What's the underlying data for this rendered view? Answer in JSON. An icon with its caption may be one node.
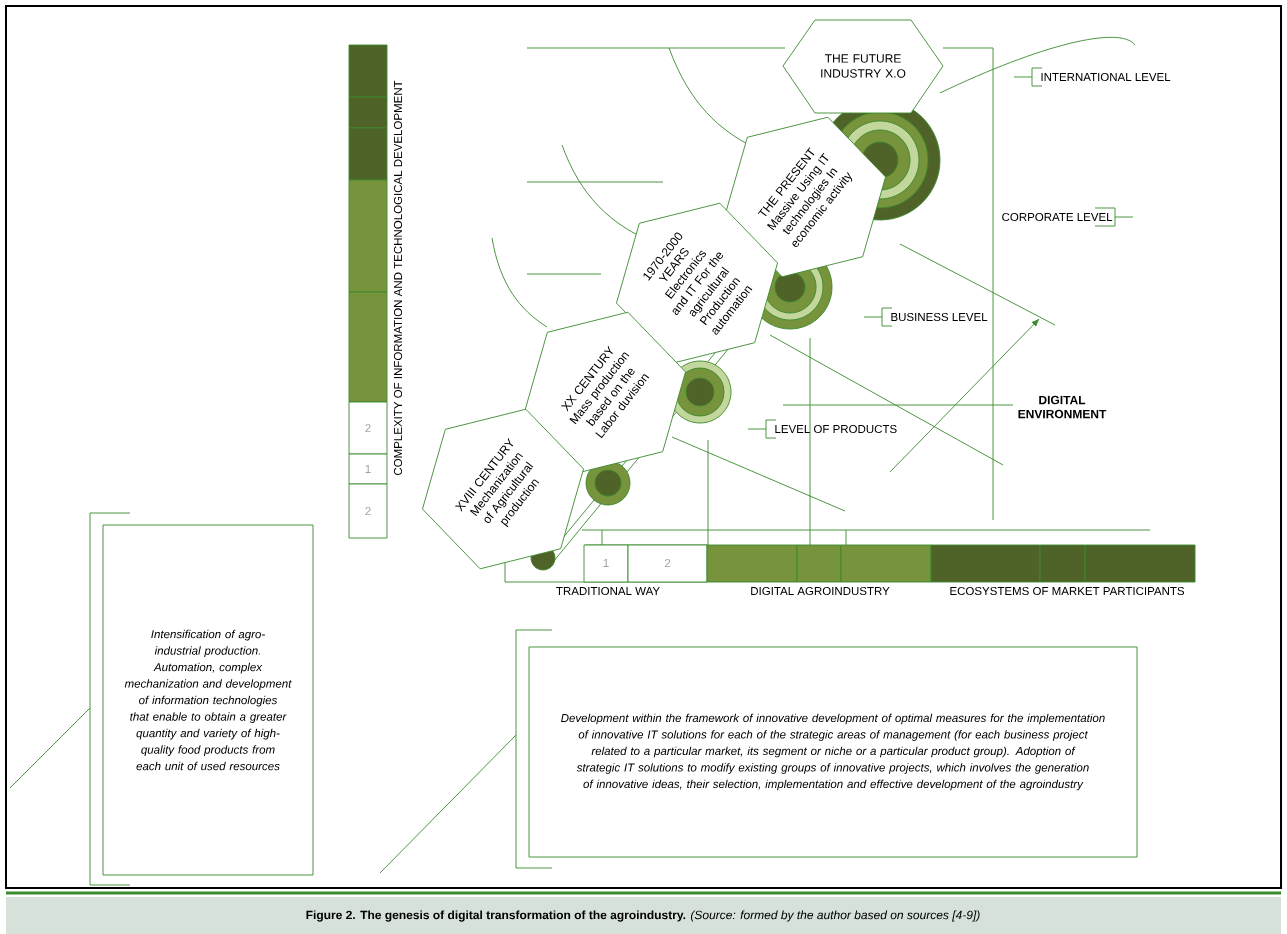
{
  "diagram": {
    "caption": "**Figure 2. The genesis of digital transformation of the agroindustry.** *(Source: formed by the author based on sources [4-9])*",
    "nodes": [
      {
        "text": [
          "THE FUTURE INDUSTRY X.O"
        ]
      },
      {
        "text": [
          "THE PRESENT Massive Using IT technologies In economic activity"
        ]
      },
      {
        "text": [
          "1970-2000 YEARS Electronics and IT For the agricultural Production automation"
        ]
      },
      {
        "text": [
          "XX CENTURY Mass production based on the Labor duvision"
        ]
      },
      {
        "text": [
          "XVIII CENTURY Mechanization of Agricultural production"
        ]
      },
      {
        "text": [
          "Intensification of agro-industrial production.",
          "Automation, complex mechanization and development of information technologies that enable to obtain a greater quantity and variety of high-quality food products from each unit of used resources"
        ]
      },
      {
        "text": [
          "Development within the framework of innovative development of optimal measures for the implementation of innovative IT solutions for each of the strategic areas of management (for each business project related to a particular market, its segment or niche or a particular product group). Adoption of strategic IT solutions to modify existing groups of innovative projects, which involves the generation of innovative ideas, their selection, implementation and effective development of the agroindustry"
        ]
      }
    ],
    "labels": [
      "COMPLEXITY OF INFORMATION AND TECHNOLOGICAL DEVELOPMENT",
      "2",
      "1",
      "2",
      "INTERNATIONAL LEVEL",
      "CORPORATE LEVEL",
      "BUSINESS LEVEL",
      "DIGITAL ENVIRONMENT",
      "LEVEL OF PRODUCTS",
      "1",
      "2",
      "TRADITIONAL WAY",
      "DIGITAL AGROINDUSTRY",
      "ECOSYSTEMS OF MARKET PARTICIPANTS"
    ]
  }
}
